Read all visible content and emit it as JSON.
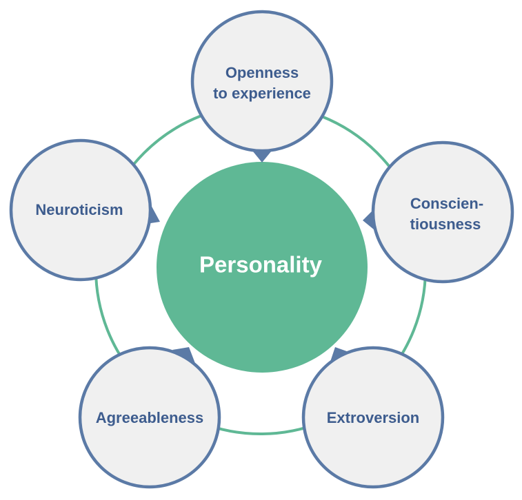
{
  "center": {
    "label": "Personality"
  },
  "traits": [
    {
      "id": "openness",
      "lines": [
        "Openness",
        "to experience"
      ]
    },
    {
      "id": "conscientiousness",
      "lines": [
        "Conscien-",
        "tiousness"
      ]
    },
    {
      "id": "extroversion",
      "lines": [
        "Extroversion"
      ]
    },
    {
      "id": "agreeableness",
      "lines": [
        "Agreeableness"
      ]
    },
    {
      "id": "neuroticism",
      "lines": [
        "Neuroticism"
      ]
    }
  ],
  "colors": {
    "ring": "#5fb895",
    "center_fill": "#5fb895",
    "trait_fill": "#f0f0f0",
    "trait_stroke": "#5b7aa6",
    "trait_text": "#3d5c8e",
    "pointer": "#5b7aa6"
  }
}
